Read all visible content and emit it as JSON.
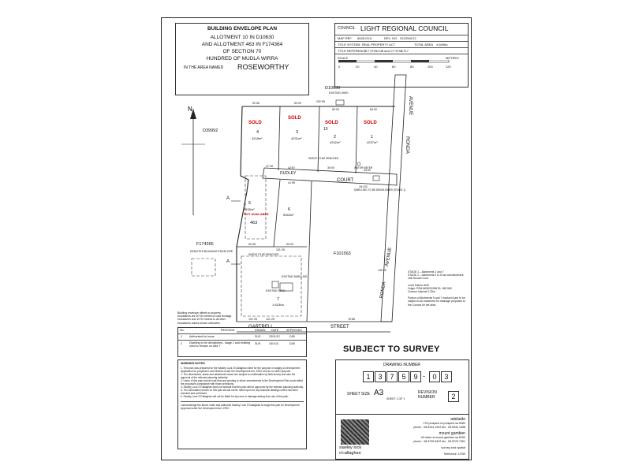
{
  "header": {
    "lines": [
      "BUILDING ENVELOPE PLAN",
      "ALLOTMENT 10 IN D10630",
      "AND ALLOTMENT 463 IN F174364",
      "OF SECTION 70",
      "HUNDRED OF  MUDLA WIRRA"
    ],
    "area_prefix": "IN THE AREA NAMED",
    "area_name": "ROSEWORTHY"
  },
  "council": {
    "label": "COUNCIL",
    "name": "LIGHT REGIONAL COUNCIL",
    "map_ref_label": "MAP REF.",
    "map_ref": "6628-03-K",
    "dev_no_label": "DEV. NO.",
    "dev_no": "312/D00/12",
    "title_system_label": "TITLE SYSTEM",
    "title_system": "REAL PROPERTY ACT",
    "total_area_label": "TOTAL AREA",
    "total_area": "4.649ha",
    "title_ref_label": "TITLE REFERENCE",
    "title_ref": "CT 5725/148  and CT 5798/717",
    "scale_label": "SCALE",
    "metres_label": "METRES",
    "scale_ticks": [
      "0",
      "20",
      "40",
      "60",
      "80",
      "100",
      "120"
    ]
  },
  "plan": {
    "north": "N",
    "plans": [
      "D10630",
      "D39992",
      "F174365",
      "F101563"
    ],
    "roads": [
      "AVENUE",
      "RONDA",
      "COURT",
      "DUDLEY",
      "GARTRELL",
      "STREET",
      "RONDA",
      "AVENUE"
    ],
    "lots": [
      {
        "num": "4",
        "area": "4218m²",
        "status": "SOLD"
      },
      {
        "num": "3",
        "area": "4231m²",
        "status": "SOLD"
      },
      {
        "num": "2",
        "area": "4242m²",
        "status": "SOLD"
      },
      {
        "num": "1",
        "area": "4237m²",
        "status": "SOLD"
      },
      {
        "num": "10",
        "area": "",
        "status": ""
      },
      {
        "num": "5",
        "area": "5155m²",
        "status": "NOT AVAILABLE"
      },
      {
        "num": "463",
        "area": "",
        "status": ""
      },
      {
        "num": "6",
        "area": "5063m²",
        "status": ""
      },
      {
        "num": "7",
        "area": "1·623ha",
        "status": ""
      }
    ],
    "labels": {
      "existing_shed": "EXISTING SHED",
      "existing_dwelling": "EXISTING DWELLING",
      "sheds_removed": "SHEDS TO BE REMOVED",
      "water_meter": "WATER METER",
      "dwelling_demolished": "DWELLING TO BE DEMOLISHED (STAGE 1)",
      "legend_note": "DENOTES BUILDING ENVELOPE",
      "marker": "A"
    },
    "dims": [
      "52·56",
      "50·00",
      "202·56",
      "50·00",
      "50·00",
      "47·45",
      "42·97",
      "30·00",
      "41·55",
      "43·50",
      "18·132",
      "50·08",
      "101·25",
      "101·25",
      "50·00",
      "101·25",
      "76·85",
      "199·20"
    ],
    "stage_notes": [
      "STAGE 1 – Allotments 1 and 7",
      "STAGE 2 – Allotments 2 to 6 incl and Allotment 186 Ronda Court"
    ],
    "datum_notes": [
      "Level Datum AHD",
      "Origin: PSM 6628/21998 RL 185·969",
      "Contour Interval 0·25m"
    ],
    "drainage_note": "Portion of Allotments 5 and 7 marked A are to be subject to an easement for drainage purposes to the Council for the area.",
    "envelope_note": "Building envelope offsets to property boundaries are 20·00 metres to road frontage boundaries and 10·00 metres to all other boundaries unless shown otherwise."
  },
  "revision": {
    "headers": [
      "No.",
      "REVISION",
      "DRAWN",
      "DATE",
      "APPROVED"
    ],
    "rows": [
      [
        "1",
        "Authorised for issue",
        "SUS",
        "23/11/12",
        "DJB"
      ],
      [
        "2",
        "Dwelling to be demolished - stage 1 and existing shed to remain on Allot 7",
        "SUS",
        "15/1/13",
        "DJB"
      ]
    ]
  },
  "notes": {
    "title": "WARNING NOTES",
    "lines": [
      "1. This plan was prepared for the Sawley Lock O'Callaghan client for the purpose of lodging a Development Application for proposed Land Division under the Development Act, 1993, and for no other purpose.",
      "2. The dimensions, areas and allotments shown are subject to confirmation by field survey and also the approval of the relevant planning authority.",
      "3. Users of this plan should note that any pending or future amendments to the Development Plan could affect the proposal's compliance with those provisions.",
      "4. Sawley Lock O'Callaghan does not warrant that this plan will be approved by the relevant planning authority.",
      "5. The information shown on this plan should not be relied upon for any financial dealings until it has been checked and confirmed.",
      "6. Sawley Lock O'Callaghan will not be liable for any loss or damage arising from use of this plan."
    ],
    "ack": "I acknowledge the above notes and authorise Sawley Lock O'Callaghan to lodge this plan for Development Approval under the Development Act, 1993."
  },
  "drawing": {
    "subject": "SUBJECT TO SURVEY",
    "number_label": "DRAWING NUMBER",
    "digits": [
      "1",
      "3",
      "7",
      "5",
      "9",
      "0",
      "3"
    ],
    "sheet_size_label": "SHEET SIZE",
    "sheet_size": "A3",
    "sheet_of": "SHEET 1 OF 1",
    "revision_label": "REVISION NUMBER",
    "revision": "2"
  },
  "company": {
    "office1": "adelaide",
    "office1_addr": "176 prospect rd prospect sa 5082",
    "office1_phone": "phone : 08 8344 1022  fax : 08 8344 1388",
    "office2": "mount gambier",
    "office2_addr": "45 helen st mount gambier sa 5290",
    "office2_phone": "phone : 08 8725 8422  fax : 08 8725 7361",
    "name1": "sawley lock",
    "name2": "o'callaghan",
    "service": "survey and spatial",
    "reference": "Reference: 13759"
  }
}
